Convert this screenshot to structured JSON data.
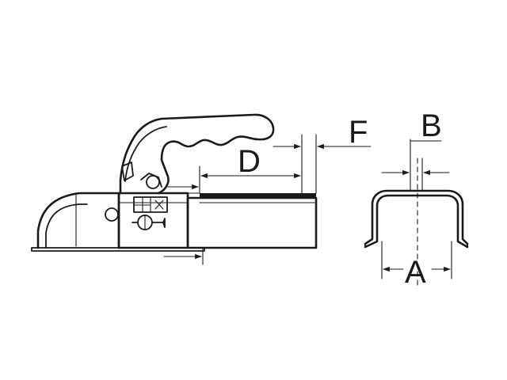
{
  "dimensions": {
    "d_label": "D",
    "f_label": "F",
    "b_label": "B",
    "a_label": "A"
  },
  "icon": {
    "emblem": "tuv-gs-mark-icon"
  }
}
